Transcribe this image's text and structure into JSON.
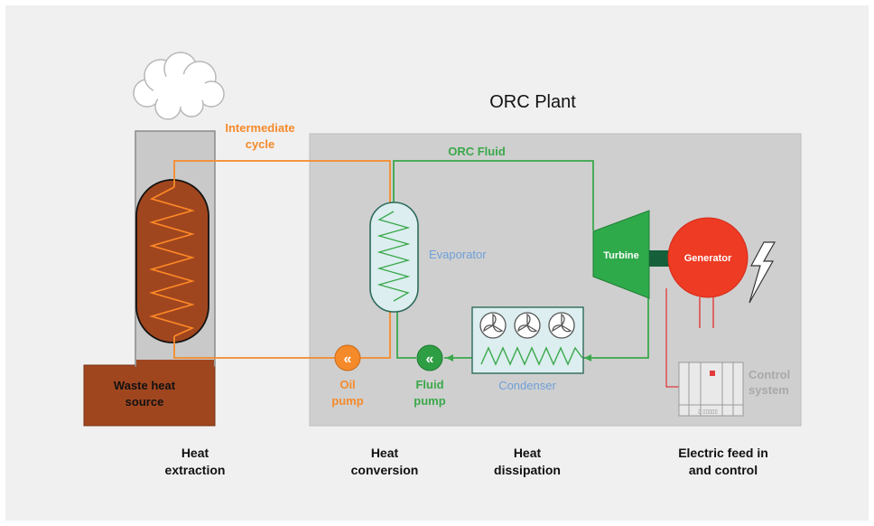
{
  "title": "ORC Plant",
  "colors": {
    "background": "#f0f0f0",
    "plant_panel": "#cfcfcf",
    "intermediate_cycle": "#f58a2a",
    "orc_fluid": "#3aa84a",
    "heat_source": "#a0461f",
    "coil": "#ff7a1a",
    "evaporator_label": "#6fa0d8",
    "turbine": "#2eaa4a",
    "generator": "#ee3b24",
    "control_wire": "#e03a3a",
    "control_text": "#a9a9a9",
    "text": "#111111"
  },
  "labels": {
    "intermediate_cycle_1": "Intermediate",
    "intermediate_cycle_2": "cycle",
    "orc_fluid": "ORC Fluid",
    "evaporator": "Evaporator",
    "turbine": "Turbine",
    "generator": "Generator",
    "condenser": "Condenser",
    "oil_pump_1": "Oil",
    "oil_pump_2": "pump",
    "fluid_pump_1": "Fluid",
    "fluid_pump_2": "pump",
    "waste_heat_1": "Waste heat",
    "waste_heat_2": "source",
    "control_system_1": "Control",
    "control_system_2": "system"
  },
  "stages": [
    {
      "line1": "Heat",
      "line2": "extraction"
    },
    {
      "line1": "Heat",
      "line2": "conversion"
    },
    {
      "line1": "Heat",
      "line2": "dissipation"
    },
    {
      "line1": "Electric feed in",
      "line2": "and control"
    }
  ],
  "icons": {
    "cloud": "cloud-icon",
    "lightning": "lightning-icon",
    "fan": "fan-icon",
    "pump": "double-chevron-left-icon"
  }
}
